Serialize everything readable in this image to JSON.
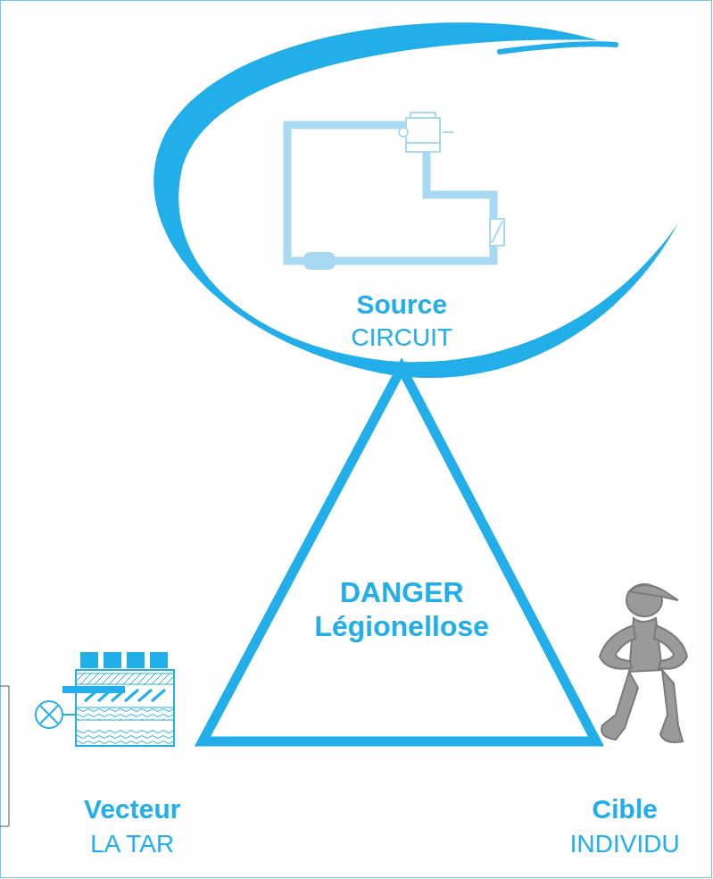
{
  "diagram": {
    "nodes": [
      {
        "text": [
          "DANGER Légionellose"
        ]
      }
    ],
    "labels": [
      "Source",
      "CIRCUIT",
      "Vecteur",
      "LA TAR",
      "Cible",
      "INDIVIDU"
    ]
  }
}
